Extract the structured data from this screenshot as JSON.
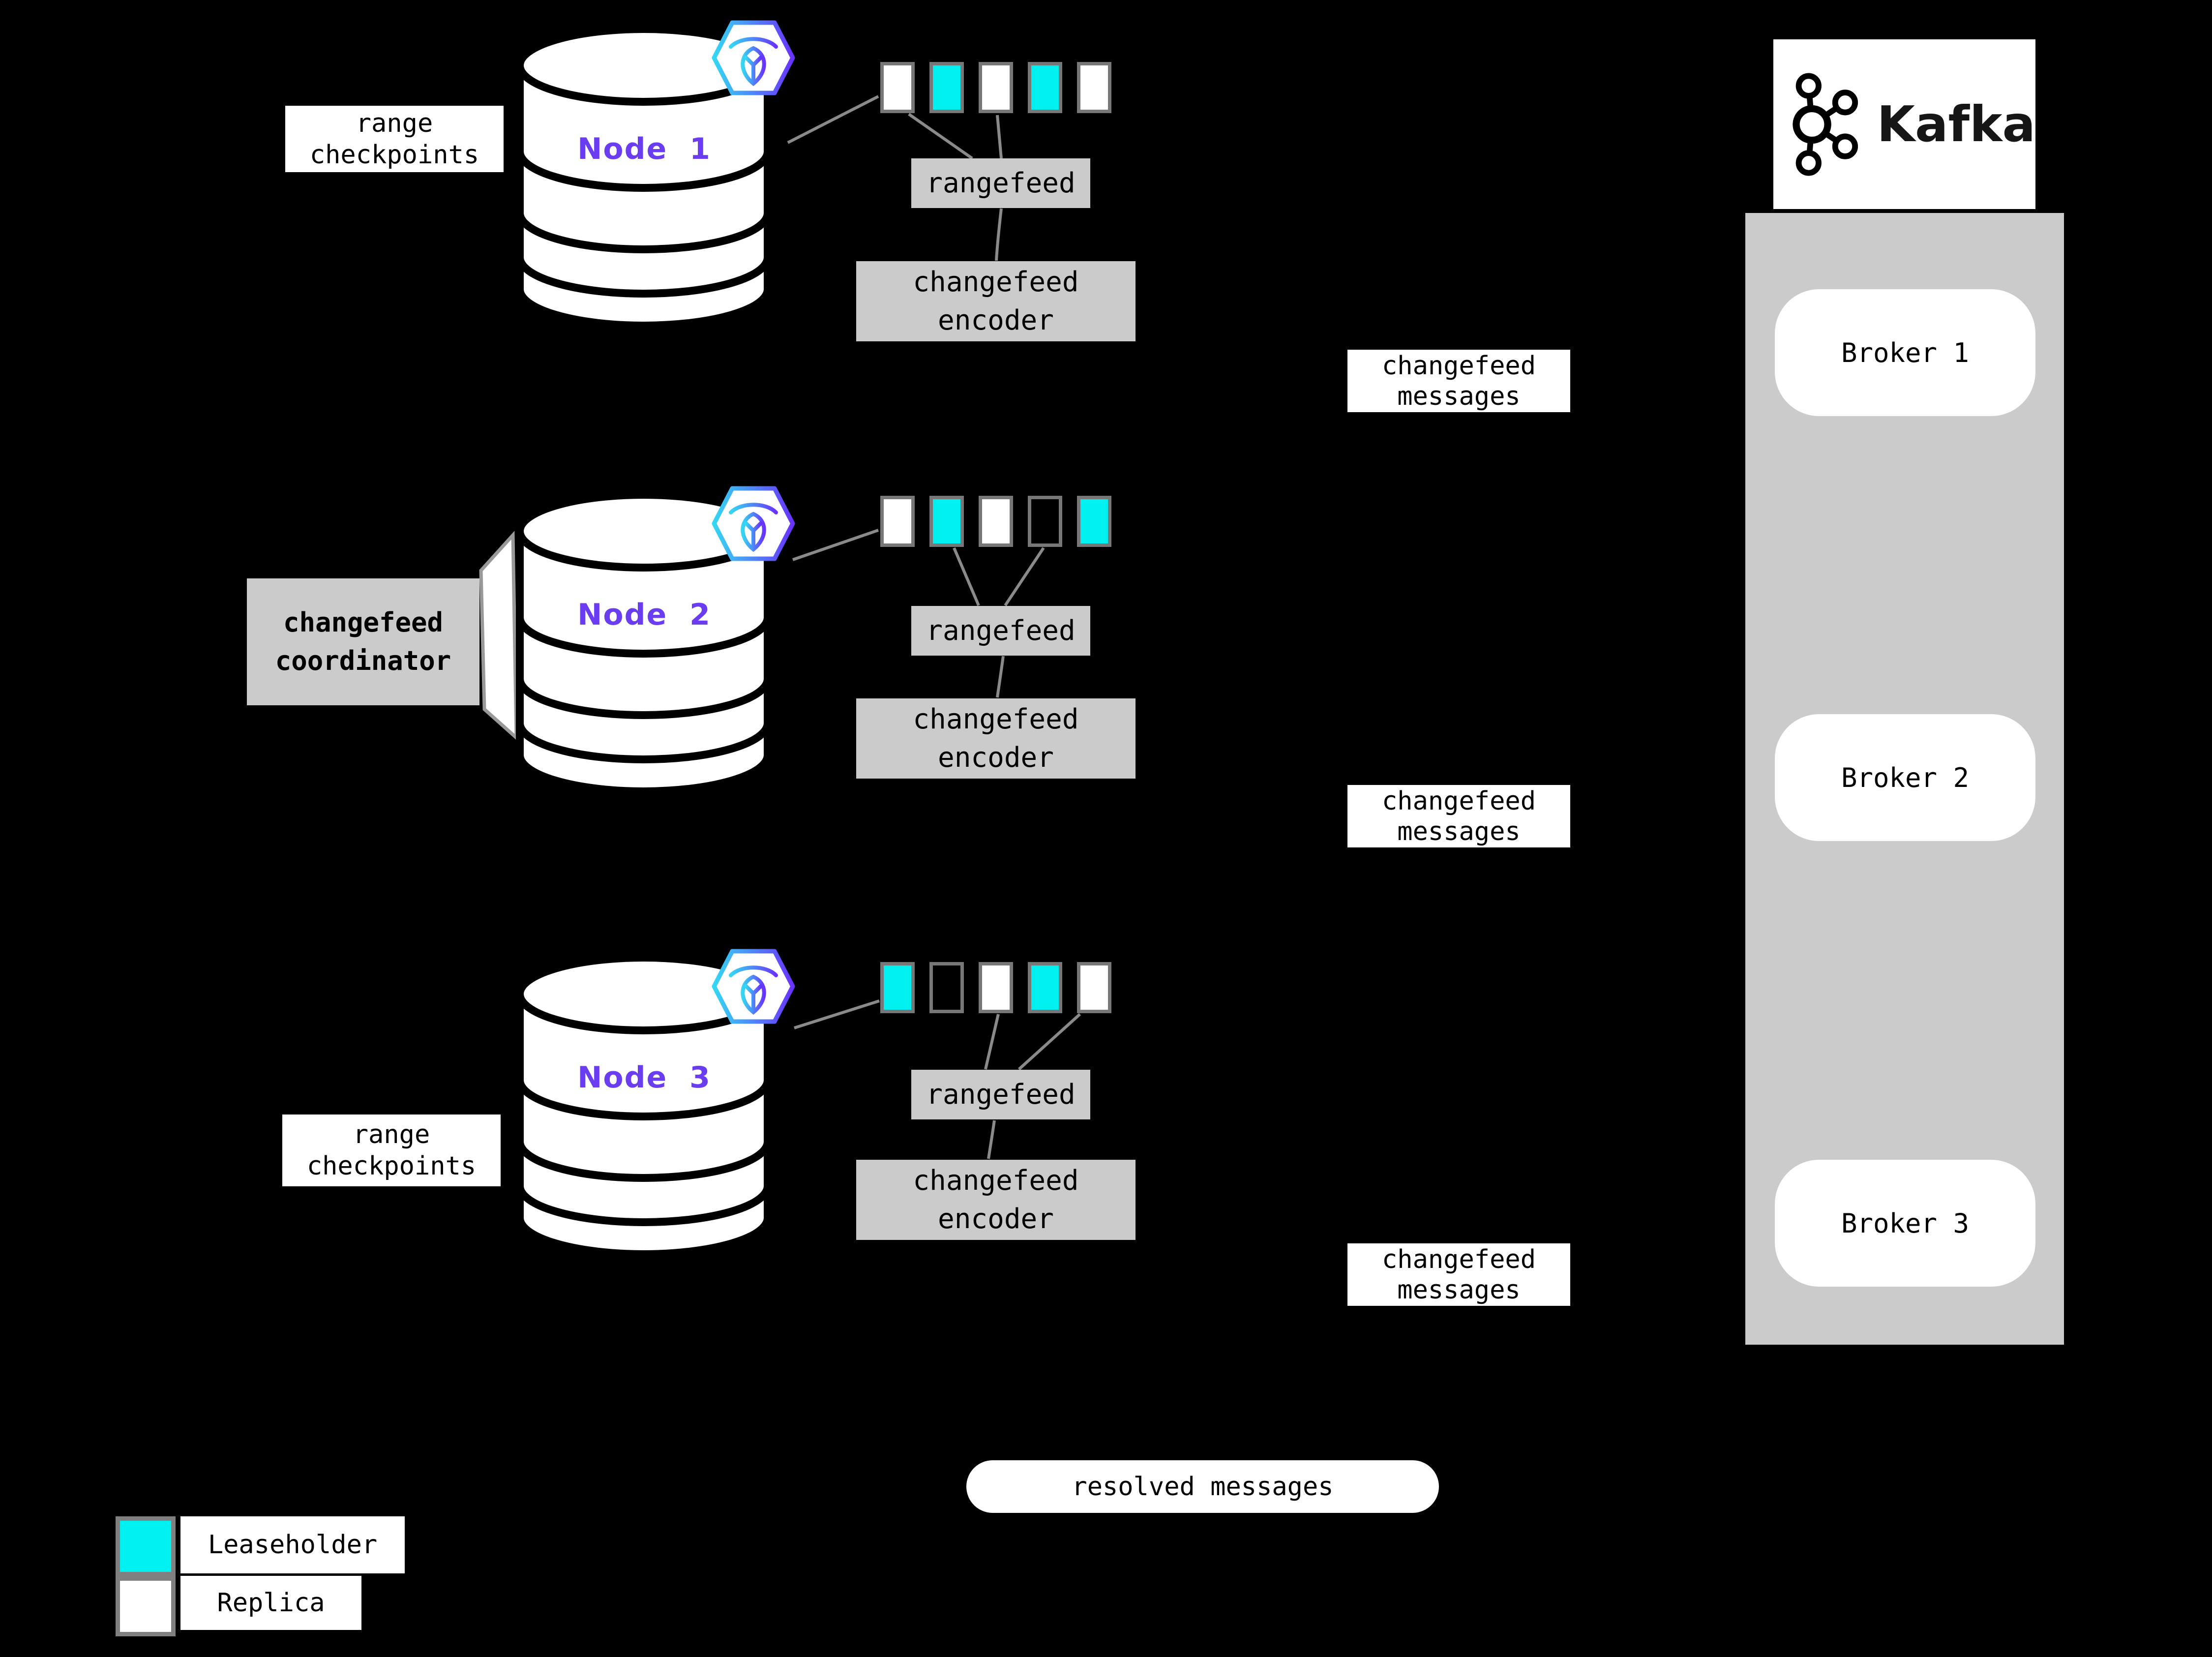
{
  "colors": {
    "background": "#000000",
    "leaseholder": "#00efef",
    "replica": "#ffffff",
    "empty_range": "#000000",
    "panel_gray": "#cbcbcb",
    "swatch_border": "#808080",
    "node_label_purple": "#6a3df0",
    "connector_gray": "#8a8a8a"
  },
  "nodes": [
    {
      "label": "Node 1",
      "side_label_line1": "range",
      "side_label_line2": "checkpoints",
      "rangefeed_label": "rangefeed",
      "encoder_line1": "changefeed",
      "encoder_line2": "encoder",
      "messages_line1": "changefeed",
      "messages_line2": "messages",
      "ranges": [
        {
          "type": "replica",
          "color": "#ffffff"
        },
        {
          "type": "leaseholder",
          "color": "#00efef"
        },
        {
          "type": "replica",
          "color": "#ffffff"
        },
        {
          "type": "leaseholder",
          "color": "#00efef"
        },
        {
          "type": "replica",
          "color": "#ffffff"
        }
      ]
    },
    {
      "label": "Node 2",
      "side_label_line1": "changefeed",
      "side_label_line2": "coordinator",
      "rangefeed_label": "rangefeed",
      "encoder_line1": "changefeed",
      "encoder_line2": "encoder",
      "messages_line1": "changefeed",
      "messages_line2": "messages",
      "ranges": [
        {
          "type": "replica",
          "color": "#ffffff"
        },
        {
          "type": "leaseholder",
          "color": "#00efef"
        },
        {
          "type": "replica",
          "color": "#ffffff"
        },
        {
          "type": "empty",
          "color": "#000000"
        },
        {
          "type": "leaseholder",
          "color": "#00efef"
        }
      ]
    },
    {
      "label": "Node 3",
      "side_label_line1": "range",
      "side_label_line2": "checkpoints",
      "rangefeed_label": "rangefeed",
      "encoder_line1": "changefeed",
      "encoder_line2": "encoder",
      "messages_line1": "changefeed",
      "messages_line2": "messages",
      "ranges": [
        {
          "type": "leaseholder",
          "color": "#00efef"
        },
        {
          "type": "empty",
          "color": "#000000"
        },
        {
          "type": "replica",
          "color": "#ffffff"
        },
        {
          "type": "leaseholder",
          "color": "#00efef"
        },
        {
          "type": "replica",
          "color": "#ffffff"
        }
      ]
    }
  ],
  "kafka": {
    "title": "Kafka",
    "brokers": [
      {
        "label": "Broker 1"
      },
      {
        "label": "Broker 2"
      },
      {
        "label": "Broker 3"
      }
    ]
  },
  "resolved_label": "resolved messages",
  "legend": {
    "items": [
      {
        "label": "Leaseholder",
        "color": "#00efef"
      },
      {
        "label": "Replica",
        "color": "#ffffff"
      }
    ]
  }
}
